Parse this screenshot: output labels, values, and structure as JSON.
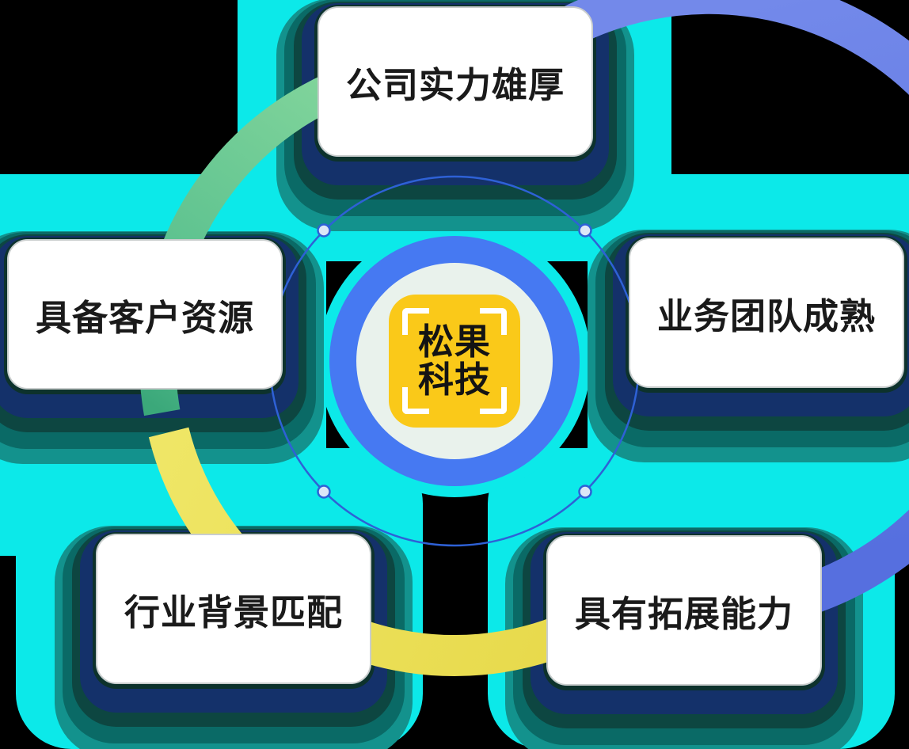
{
  "diagram": {
    "title_area": null,
    "center": {
      "logo_line1": "松果",
      "logo_line2": "科技"
    },
    "cards": [
      {
        "id": "top",
        "label": "公司实力雄厚"
      },
      {
        "id": "left",
        "label": "具备客户资源"
      },
      {
        "id": "right",
        "label": "业务团队成熟"
      },
      {
        "id": "bottom-left",
        "label": "行业背景匹配"
      },
      {
        "id": "bottom-right",
        "label": "具有拓展能力"
      }
    ],
    "icons": [
      "green-arc",
      "blue-arc",
      "yellow-arc",
      "dashed-circle",
      "node-dot",
      "corner-bracket"
    ]
  },
  "colors": {
    "bg": "#000000",
    "cyan": "#0CE9E9",
    "teal": "#13928D",
    "teal-dark": "#0A6A66",
    "green-dark": "#0D4641",
    "navy": "#14316A",
    "innermost": "#0D322C",
    "card-bg": "#FFFFFF",
    "card-border": "#C9CDCD",
    "card-text": "#1A1A1A",
    "ring-blue": "#4679F2",
    "ring-inner": "#E9F2EC",
    "logo-yellow": "#FAC919",
    "logo-text": "#141414",
    "thin-circle": "#2E61D6",
    "node-fill": "#DCE7F7",
    "arc-green-start": "#8AD99E",
    "arc-green-end": "#3BA87A",
    "arc-blue-start": "#7389EA",
    "arc-blue-end": "#566FDF",
    "arc-yellow-start": "#EFE666",
    "arc-yellow-end": "#E7D94A"
  }
}
